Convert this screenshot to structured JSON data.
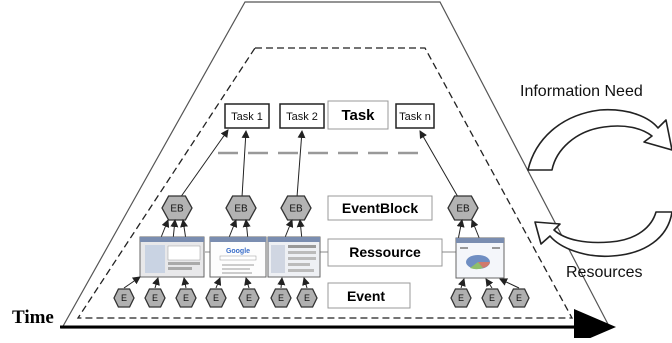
{
  "time_label": "Time",
  "task_boxes": [
    "Task 1",
    "Task 2",
    "Task n"
  ],
  "eventblock_label": "EB",
  "event_label": "E",
  "layers": {
    "task": "Task",
    "eventblock": "EventBlock",
    "resource": "Ressource",
    "event": "Event"
  },
  "cycle": {
    "top": "Information Need",
    "bottom": "Resources"
  },
  "screenshot_thumbnails": [
    "screenshot-1",
    "screenshot-google-search",
    "screenshot-3",
    "screenshot-chart"
  ],
  "colors": {
    "hexagon_fill": "#b3b3b3",
    "event_fill": "#b0b0b0",
    "dashed_line": "#999999",
    "frame_line": "#555555"
  }
}
